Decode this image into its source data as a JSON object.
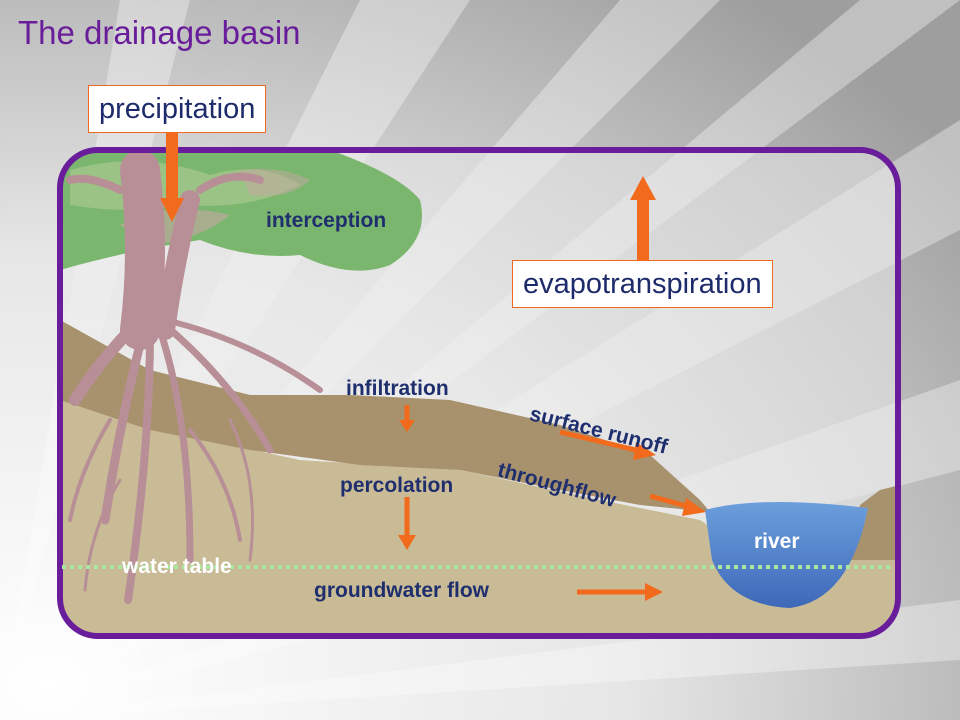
{
  "title": "The drainage basin",
  "labels": {
    "precipitation": "precipitation",
    "evapotranspiration": "evapotranspiration",
    "interception": "interception",
    "infiltration": "infiltration",
    "surface_runoff": "surface runoff",
    "throughflow": "throughflow",
    "percolation": "percolation",
    "river": "river",
    "water_table": "water table",
    "groundwater_flow": "groundwater flow"
  },
  "colors": {
    "title": "#6a1d9a",
    "frame": "#6a1d9a",
    "arrow": "#f26a1b",
    "label_text": "#1f2f6e",
    "river": "#4a7cc4",
    "soil_upper": "#a8926e",
    "soil_lower": "#c9bb96",
    "water_table_line": "#a9e6a0",
    "tree_trunk": "#b88f96",
    "foliage": "#7bb66e"
  }
}
